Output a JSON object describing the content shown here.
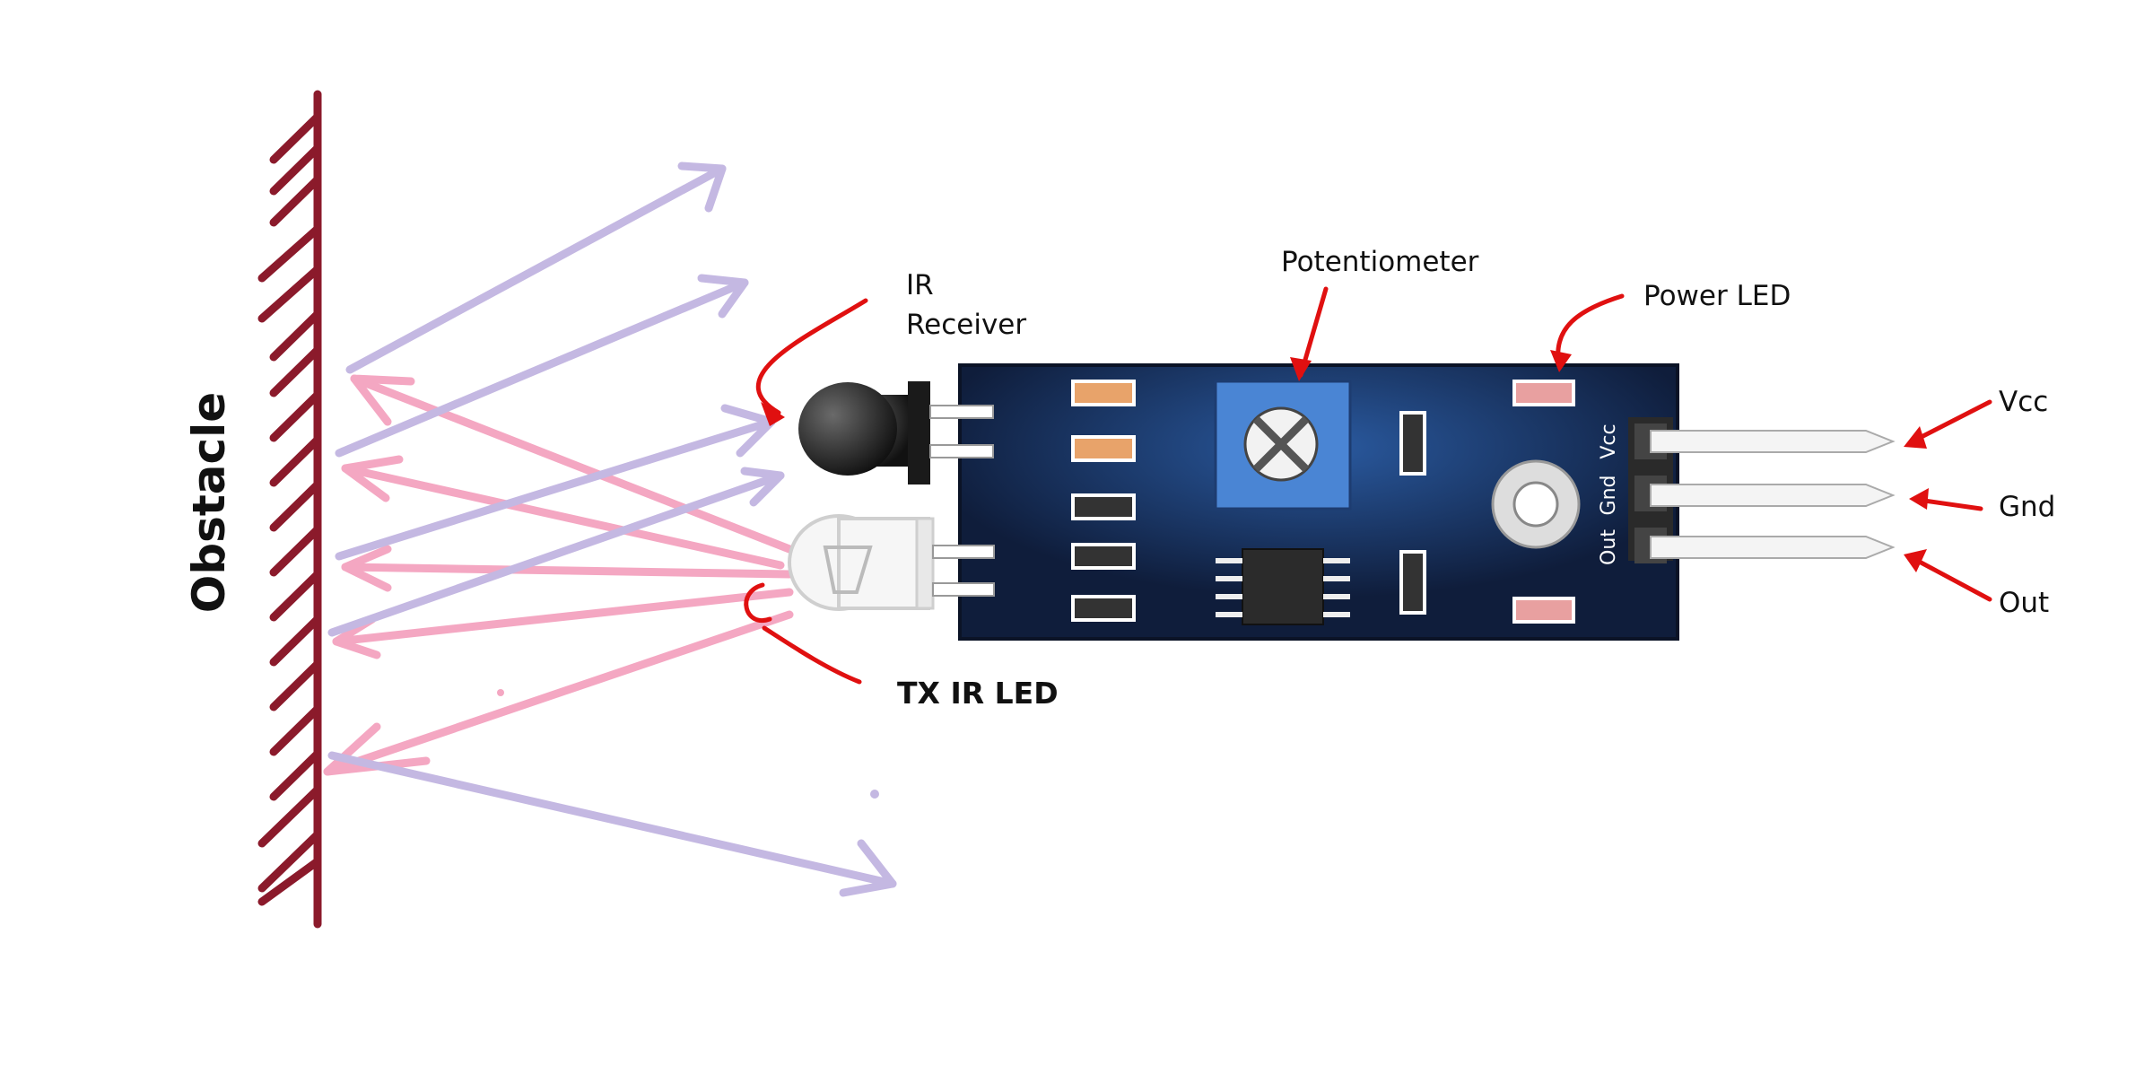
{
  "labels": {
    "obstacle": "Obstacle",
    "ir_receiver_line1": "IR",
    "ir_receiver_line2": "Receiver",
    "potentiometer": "Potentiometer",
    "power_led": "Power LED",
    "tx_ir_led": "TX IR LED",
    "vcc": "Vcc",
    "gnd": "Gnd",
    "out": "Out"
  },
  "board_pin_labels": [
    "Vcc",
    "Gnd",
    "Out"
  ],
  "colors": {
    "obstacle": "#8b1a2b",
    "transmitted_rays": "#f4a7c2",
    "reflected_rays": "#c4b8e2",
    "pointer_arrows": "#e01010",
    "board": "#0f1d3b",
    "board_glow": "#2a5aa0",
    "potentiometer": "#4a85d4"
  }
}
